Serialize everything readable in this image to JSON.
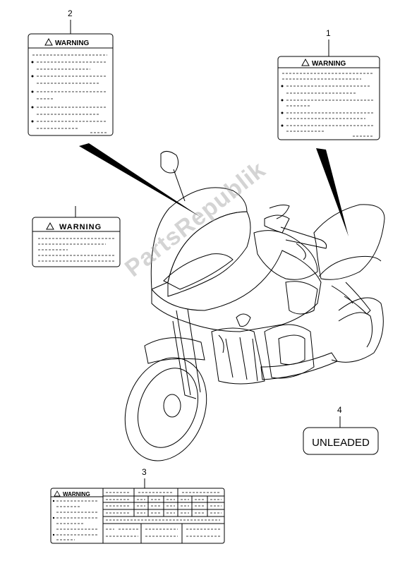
{
  "watermark": "PartsRepublik",
  "callouts": {
    "c1": "1",
    "c2": "2",
    "c3": "3",
    "c4": "4"
  },
  "labels": {
    "warning_text": "WARNING",
    "unleaded_text": "UNLEADED"
  },
  "colors": {
    "line": "#000000",
    "watermark": "#a0a0a0"
  }
}
